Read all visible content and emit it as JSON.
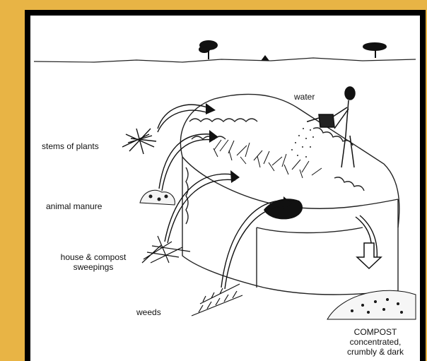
{
  "diagram": {
    "labels": {
      "water": "water",
      "stems": "stems of plants",
      "manure": "animal manure",
      "sweepings_line1": "house & compost",
      "sweepings_line2": "sweepings",
      "weeds": "weeds",
      "compost_title": "COMPOST",
      "compost_line1": "concentrated,",
      "compost_line2": "crumbly & dark"
    },
    "colors": {
      "background": "#e8b445",
      "frame": "#000000",
      "panel": "#ffffff",
      "ink": "#111111"
    }
  }
}
